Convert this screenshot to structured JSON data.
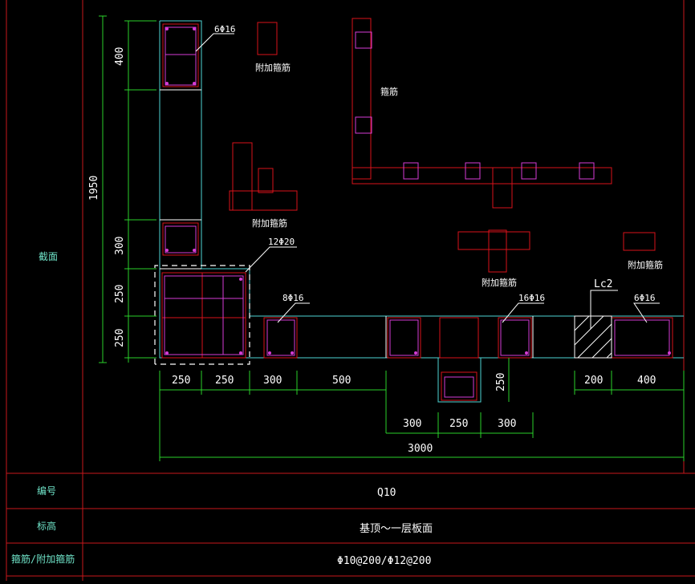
{
  "labels": {
    "stirrup_6phi16_top": "6Φ16",
    "extra_stirrup_1": "附加箍筋",
    "stirrup_main": "箍筋",
    "extra_stirrup_2": "附加箍筋",
    "corner_12phi20": "12Φ20",
    "seg_8phi16": "8Φ16",
    "extra_stirrup_3": "附加箍筋",
    "extra_stirrup_4": "附加箍筋",
    "seg_16phi16": "16Φ16",
    "lc2": "Lc2",
    "seg_6phi16_right": "6Φ16"
  },
  "dims_vertical": {
    "total": "1950",
    "d400": "400",
    "d300": "300",
    "d250a": "250",
    "d250b": "250",
    "stub250": "250"
  },
  "dims_horizontal": {
    "d250a": "250",
    "d250b": "250",
    "d300": "300",
    "d500": "500",
    "d200": "200",
    "d400": "400",
    "s300a": "300",
    "s250": "250",
    "s300b": "300",
    "total": "3000"
  },
  "table": {
    "section_label": "截面",
    "id_label": "编号",
    "id_value": "Q10",
    "elev_label": "标高",
    "elev_value": "基顶～一层板面",
    "stirrup_label": "箍筋/附加箍筋",
    "stirrup_value": "Φ10@200/Φ12@200"
  }
}
